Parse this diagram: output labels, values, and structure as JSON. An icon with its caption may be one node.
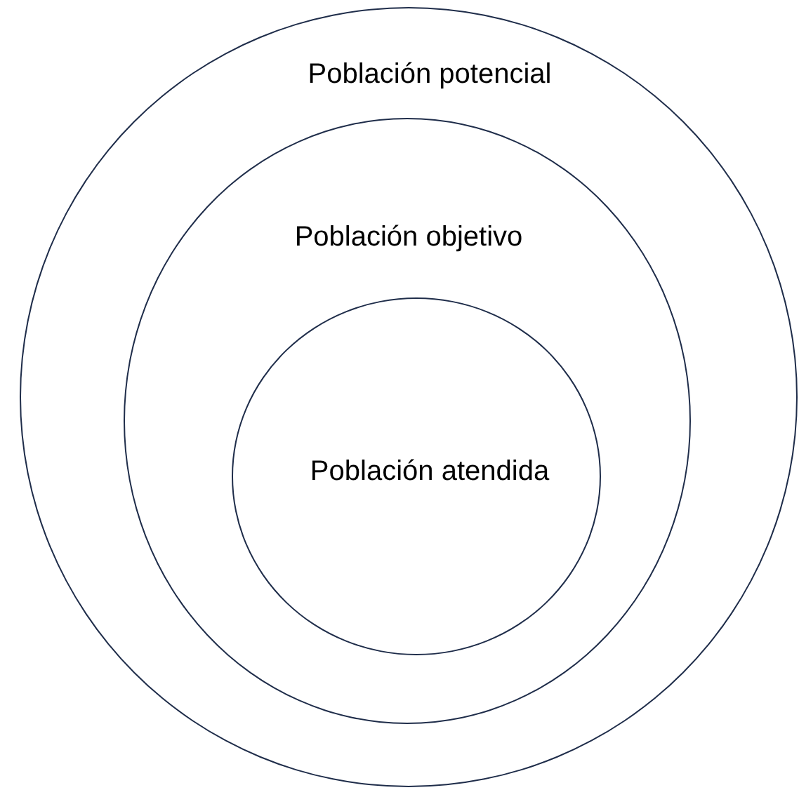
{
  "diagram": {
    "nodes": [
      {
        "text": [
          "Población potencial"
        ]
      },
      {
        "text": [
          "Población objetivo"
        ],
        "in": 0
      },
      {
        "text": [
          "Población atendida"
        ],
        "in": 1
      }
    ]
  }
}
